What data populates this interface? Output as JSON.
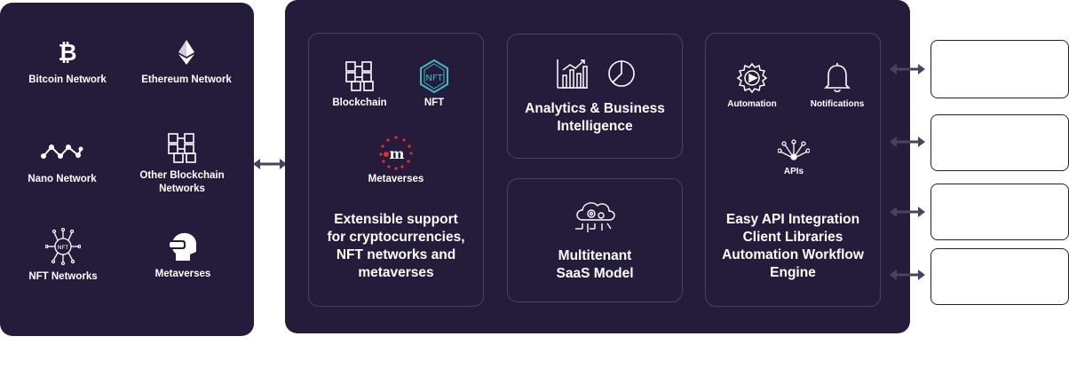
{
  "left_panel": {
    "networks": [
      {
        "label": "Bitcoin Network",
        "icon": "bitcoin-icon"
      },
      {
        "label": "Ethereum Network",
        "icon": "ethereum-icon"
      },
      {
        "label": "Nano Network",
        "icon": "nano-icon"
      },
      {
        "label": "Other Blockchain Networks",
        "icon": "blockchain-cubes-icon"
      },
      {
        "label": "NFT Networks",
        "icon": "nft-network-icon"
      },
      {
        "label": "Metaverses",
        "icon": "vr-headset-icon"
      }
    ]
  },
  "main_panel": {
    "support_box": {
      "blockchain_label": "Blockchain",
      "nft_label": "NFT",
      "metaverses_label": "Metaverses",
      "title_lines": [
        "Extensible support",
        "for cryptocurrencies,",
        "NFT networks and",
        "metaverses"
      ]
    },
    "analytics_box": {
      "title_lines": [
        "Analytics & Business",
        "Intelligence"
      ]
    },
    "saas_box": {
      "title_lines": [
        "Multitenant",
        "SaaS Model"
      ]
    },
    "api_box": {
      "automation_label": "Automation",
      "notifications_label": "Notifications",
      "apis_label": "APIs",
      "title_lines": [
        "Easy API Integration",
        "Client Libraries",
        "Automation Workflow",
        "Engine"
      ]
    }
  },
  "colors": {
    "panel": "#241c3a",
    "accent_nft": "#3fb8c4",
    "accent_red": "#e0312d",
    "arrow": "#4a4262"
  }
}
